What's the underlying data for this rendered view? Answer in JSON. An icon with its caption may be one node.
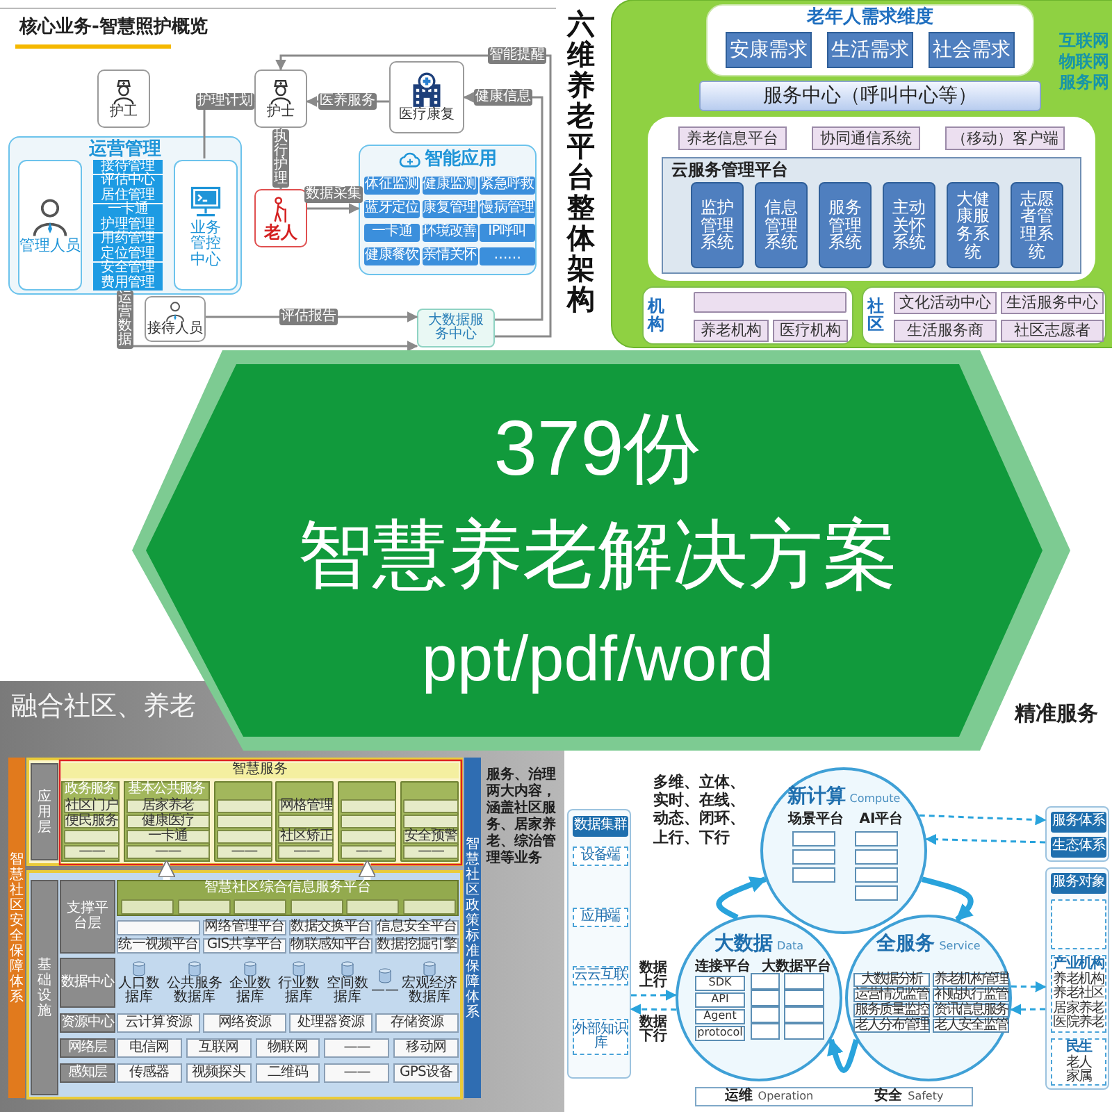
{
  "diagram": {
    "nodes": [
      {
        "text": [
          "护工"
        ]
      },
      {
        "text": [
          "护士"
        ]
      },
      {
        "text": [
          "医疗康复"
        ]
      },
      {
        "text": [
          "运营管理"
        ]
      },
      {
        "text": [
          "管理人员"
        ],
        "in": 3
      },
      {
        "text": [
          "接待管理"
        ],
        "in": 3
      },
      {
        "text": [
          "评估中心"
        ],
        "in": 3
      },
      {
        "text": [
          "居住管理"
        ],
        "in": 3
      },
      {
        "text": [
          "一卡通"
        ],
        "in": 3
      },
      {
        "text": [
          "护理管理"
        ],
        "in": 3
      },
      {
        "text": [
          "用药管理"
        ],
        "in": 3
      },
      {
        "text": [
          "定位管理"
        ],
        "in": 3
      },
      {
        "text": [
          "安全管理"
        ],
        "in": 3
      },
      {
        "text": [
          "费用管理"
        ],
        "in": 3
      },
      {
        "text": [
          "业务管控中心"
        ],
        "in": 3
      },
      {
        "text": [
          "老人"
        ]
      },
      {
        "text": [
          "智能应用"
        ]
      },
      {
        "text": [
          "体征监测"
        ],
        "in": 16
      },
      {
        "text": [
          "健康监测"
        ],
        "in": 16
      },
      {
        "text": [
          "紧急呼救"
        ],
        "in": 16
      },
      {
        "text": [
          "蓝牙定位"
        ],
        "in": 16
      },
      {
        "text": [
          "康复管理"
        ],
        "in": 16
      },
      {
        "text": [
          "慢病管理"
        ],
        "in": 16
      },
      {
        "text": [
          "一卡通"
        ],
        "in": 16
      },
      {
        "text": [
          "环境改善"
        ],
        "in": 16
      },
      {
        "text": [
          "IP呼叫"
        ],
        "in": 16
      },
      {
        "text": [
          "健康餐饮"
        ],
        "in": 16
      },
      {
        "text": [
          "亲情关怀"
        ],
        "in": 16
      },
      {
        "text": [
          "……"
        ],
        "in": 16
      },
      {
        "text": [
          "接待人员"
        ]
      },
      {
        "text": [
          "大数据服务中心"
        ]
      },
      {
        "text": [
          "老年人需求维度"
        ]
      },
      {
        "text": [
          "安康需求"
        ],
        "in": 31
      },
      {
        "text": [
          "生活需求"
        ],
        "in": 31
      },
      {
        "text": [
          "社会需求"
        ],
        "in": 31
      },
      {
        "text": [
          "服务中心（呼叫中心等）"
        ]
      },
      {
        "text": [],
        "shape": "box"
      },
      {
        "text": [
          "养老信息平台"
        ],
        "in": 36
      },
      {
        "text": [
          "协同通信系统"
        ],
        "in": 36
      },
      {
        "text": [
          "（移动）客户端"
        ],
        "in": 36
      },
      {
        "text": [
          "云服务管理平台"
        ],
        "in": 36
      },
      {
        "text": [
          "监护管理系统"
        ],
        "in": 40
      },
      {
        "text": [
          "信息管理系统"
        ],
        "in": 40
      },
      {
        "text": [
          "服务管理系统"
        ],
        "in": 40
      },
      {
        "text": [
          "主动关怀系统"
        ],
        "in": 40
      },
      {
        "text": [
          "大健康服务系统"
        ],
        "in": 40
      },
      {
        "text": [
          "志愿者管理系统"
        ],
        "in": 40
      },
      {
        "text": [
          "机构"
        ]
      },
      {
        "text": [],
        "shape": "box",
        "in": 47
      },
      {
        "text": [
          "养老机构"
        ],
        "in": 47
      },
      {
        "text": [
          "医疗机构"
        ],
        "in": 47
      },
      {
        "text": [
          "社区"
        ]
      },
      {
        "text": [
          "文化活动中心"
        ],
        "in": 51
      },
      {
        "text": [
          "生活服务中心"
        ],
        "in": 51
      },
      {
        "text": [
          "生活服务商"
        ],
        "in": 51
      },
      {
        "text": [
          "社区志愿者"
        ],
        "in": 51
      },
      {
        "text": [
          "智慧社区安全保障体系"
        ]
      },
      {
        "text": [
          "应用层"
        ]
      },
      {
        "text": [
          "智慧服务"
        ]
      },
      {
        "text": [
          "政务服务"
        ]
      },
      {
        "text": [
          "社区门户"
        ],
        "in": 59
      },
      {
        "text": [
          "便民服务"
        ],
        "in": 59
      },
      {
        "text": [],
        "shape": "box",
        "in": 59
      },
      {
        "text": [
          "——"
        ],
        "in": 59
      },
      {
        "text": [
          "基本公共服务"
        ]
      },
      {
        "text": [
          "居家养老"
        ],
        "in": 64
      },
      {
        "text": [
          "健康医疗"
        ],
        "in": 64
      },
      {
        "text": [
          "一卡通"
        ],
        "in": 64
      },
      {
        "text": [
          "——"
        ],
        "in": 64
      },
      {
        "text": [],
        "shape": "box"
      },
      {
        "text": [],
        "shape": "box",
        "in": 69
      },
      {
        "text": [],
        "shape": "box",
        "in": 69
      },
      {
        "text": [],
        "shape": "box",
        "in": 69
      },
      {
        "text": [
          "——"
        ],
        "in": 69
      },
      {
        "text": [],
        "shape": "box"
      },
      {
        "text": [
          "网格管理"
        ],
        "in": 74
      },
      {
        "text": [],
        "shape": "box",
        "in": 74
      },
      {
        "text": [
          "社区矫正"
        ],
        "in": 74
      },
      {
        "text": [
          "——"
        ],
        "in": 74
      },
      {
        "text": [],
        "shape": "box"
      },
      {
        "text": [],
        "shape": "box",
        "in": 79
      },
      {
        "text": [],
        "shape": "box",
        "in": 79
      },
      {
        "text": [],
        "shape": "box",
        "in": 79
      },
      {
        "text": [
          "——"
        ],
        "in": 79
      },
      {
        "text": [],
        "shape": "box"
      },
      {
        "text": [],
        "shape": "box",
        "in": 84
      },
      {
        "text": [],
        "shape": "box",
        "in": 84
      },
      {
        "text": [
          "安全预警"
        ],
        "in": 84
      },
      {
        "text": [
          "——"
        ],
        "in": 84
      },
      {
        "text": [
          "基础设施"
        ]
      },
      {
        "text": [
          "支撑平台层"
        ]
      },
      {
        "text": [
          "智慧社区综合信息服务平台"
        ]
      },
      {
        "text": [],
        "shape": "box",
        "in": 91
      },
      {
        "text": [],
        "shape": "box",
        "in": 91
      },
      {
        "text": [],
        "shape": "box",
        "in": 91
      },
      {
        "text": [],
        "shape": "box",
        "in": 91
      },
      {
        "text": [],
        "shape": "box",
        "in": 91
      },
      {
        "text": [],
        "shape": "box",
        "in": 91
      },
      {
        "text": [],
        "shape": "box"
      },
      {
        "text": [
          "网络管理平台"
        ]
      },
      {
        "text": [
          "数据交换平台"
        ]
      },
      {
        "text": [
          "信息安全平台"
        ]
      },
      {
        "text": [
          "统一视频平台"
        ]
      },
      {
        "text": [
          "GIS共享平台"
        ]
      },
      {
        "text": [
          "物联感知平台"
        ]
      },
      {
        "text": [
          "数据挖掘引擎"
        ]
      },
      {
        "text": [
          "数据中心"
        ]
      },
      {
        "text": [
          "人口数据库"
        ]
      },
      {
        "text": [
          "公共服务数据库"
        ]
      },
      {
        "text": [
          "企业数据库"
        ]
      },
      {
        "text": [
          "行业数据库"
        ]
      },
      {
        "text": [
          "空间数据库"
        ]
      },
      {
        "text": [
          "——"
        ]
      },
      {
        "text": [
          "宏观经济数据库"
        ]
      },
      {
        "text": [
          "资源中心"
        ]
      },
      {
        "text": [
          "云计算资源"
        ]
      },
      {
        "text": [
          "网络资源"
        ]
      },
      {
        "text": [
          "处理器资源"
        ]
      },
      {
        "text": [
          "存储资源"
        ]
      },
      {
        "text": [
          "网络层"
        ]
      },
      {
        "text": [
          "电信网"
        ]
      },
      {
        "text": [
          "互联网"
        ]
      },
      {
        "text": [
          "物联网"
        ]
      },
      {
        "text": [
          "——"
        ]
      },
      {
        "text": [
          "移动网"
        ]
      },
      {
        "text": [
          "感知层"
        ]
      },
      {
        "text": [
          "传感器"
        ]
      },
      {
        "text": [
          "视频探头"
        ]
      },
      {
        "text": [
          "二维码"
        ]
      },
      {
        "text": [
          "——"
        ]
      },
      {
        "text": [
          "GPS设备"
        ]
      },
      {
        "text": [
          "智慧社区政策标准保障体系"
        ]
      },
      {
        "text": [],
        "shape": "box"
      },
      {
        "text": [
          "数据集群"
        ],
        "in": 132
      },
      {
        "text": [
          "设备端"
        ],
        "in": 132
      },
      {
        "text": [
          "应用端"
        ],
        "in": 132
      },
      {
        "text": [
          "云云互联"
        ],
        "in": 132
      },
      {
        "text": [
          "外部知识库"
        ],
        "in": 132
      },
      {
        "text": [
          "新计算",
          "Compute",
          "场景平台",
          "AI平台"
        ]
      },
      {
        "text": [
          "大数据",
          "Data",
          "连接平台",
          "大数据平台"
        ]
      },
      {
        "text": [
          "SDK"
        ],
        "in": 139
      },
      {
        "text": [
          "API"
        ],
        "in": 139
      },
      {
        "text": [
          "Agent"
        ],
        "in": 139
      },
      {
        "text": [
          "protocol"
        ],
        "in": 139
      },
      {
        "text": [
          "全服务",
          "Service"
        ]
      },
      {
        "text": [
          "大数据分析"
        ],
        "in": 144
      },
      {
        "text": [
          "养老机构管理"
        ],
        "in": 144
      },
      {
        "text": [
          "运营情况监管"
        ],
        "in": 144
      },
      {
        "text": [
          "补贴执行监管"
        ],
        "in": 144
      },
      {
        "text": [
          "服务质量监控"
        ],
        "in": 144
      },
      {
        "text": [
          "资讯信息服务"
        ],
        "in": 144
      },
      {
        "text": [
          "老人分布管理"
        ],
        "in": 144
      },
      {
        "text": [
          "老人安全监管"
        ],
        "in": 144
      },
      {
        "text": [
          "运维",
          "Operation",
          "安全",
          "Safety"
        ]
      },
      {
        "text": [],
        "shape": "box"
      },
      {
        "text": [
          "服务体系"
        ],
        "in": 154
      },
      {
        "text": [
          "生态体系"
        ],
        "in": 154
      },
      {
        "text": [],
        "shape": "box"
      },
      {
        "text": [
          "服务对象"
        ],
        "in": 157
      },
      {
        "text": [],
        "shape": "box",
        "in": 157
      },
      {
        "text": [
          "产业机构",
          "养老机构",
          "养老社区",
          "居家养老",
          "医院养老"
        ],
        "in": 157
      },
      {
        "text": [
          "民生",
          "老人",
          "家属"
        ],
        "in": 157
      }
    ],
    "edges": [
      {
        "from": 14,
        "to": 1,
        "arrow": "to",
        "label": "护理计划",
        "color": "#8a8a8a"
      },
      {
        "from": 2,
        "to": 1,
        "arrow": "to",
        "label": "医养服务",
        "color": "#8a8a8a"
      },
      {
        "from": 1,
        "to": 15,
        "arrow": "to",
        "label": "执行护理",
        "color": "#8a8a8a"
      },
      {
        "from": 15,
        "to": 16,
        "arrow": "to",
        "label": "数据采集",
        "color": "#8a8a8a"
      },
      {
        "from": 30,
        "to": 1,
        "arrow": "to",
        "label": "智能提醒",
        "color": "#8a8a8a"
      },
      {
        "from": 30,
        "to": 2,
        "arrow": "to",
        "label": "健康信息",
        "color": "#8a8a8a"
      },
      {
        "from": 3,
        "to": 30,
        "arrow": "to",
        "label": "运营数据",
        "color": "#8a8a8a"
      },
      {
        "from": 29,
        "to": 30,
        "arrow": "to",
        "label": "评估报告",
        "color": "#8a8a8a"
      },
      {
        "from": 91,
        "to": 64,
        "arrow": "to",
        "style": "thick",
        "color": "#ffffff"
      },
      {
        "from": 91,
        "to": 79,
        "arrow": "to",
        "style": "thick",
        "color": "#ffffff"
      },
      {
        "from": 139,
        "to": 138,
        "arrow": "to",
        "style": "thick",
        "color": "#29a3dc"
      },
      {
        "from": 138,
        "to": 144,
        "arrow": "to",
        "style": "thick",
        "color": "#29a3dc"
      },
      {
        "from": 144,
        "to": 139,
        "arrow": "to",
        "style": "thick",
        "color": "#29a3dc"
      },
      {
        "from": 132,
        "to": 139,
        "arrow": "to",
        "label": "数据上行",
        "style": "dashed",
        "color": "#29a3dc"
      },
      {
        "from": 139,
        "to": 132,
        "arrow": "to",
        "label": "数据下行",
        "style": "dashed",
        "color": "#29a3dc"
      },
      {
        "from": 138,
        "to": 154,
        "arrow": "to",
        "style": "dashed",
        "color": "#29a3dc"
      },
      {
        "from": 154,
        "to": 138,
        "arrow": "to",
        "style": "dashed",
        "color": "#29a3dc"
      },
      {
        "from": 144,
        "to": 157,
        "arrow": "to",
        "style": "dashed",
        "color": "#29a3dc"
      },
      {
        "from": 157,
        "to": 144,
        "arrow": "to",
        "style": "dashed",
        "color": "#29a3dc"
      }
    ],
    "labels": [
      "核心业务-智慧照护概览",
      "六维养老平台整体架构",
      "互联网",
      "物联网",
      "服务网",
      "379份",
      "智慧养老解决方案",
      "ppt/pdf/word",
      "融合社区、养老",
      "服务、治理两大内容，涵盖社区服务、居家养老、综治管理等业务",
      "精准服务",
      "多维、立体、实时、在线、动态、闭环、上行、下行"
    ]
  }
}
